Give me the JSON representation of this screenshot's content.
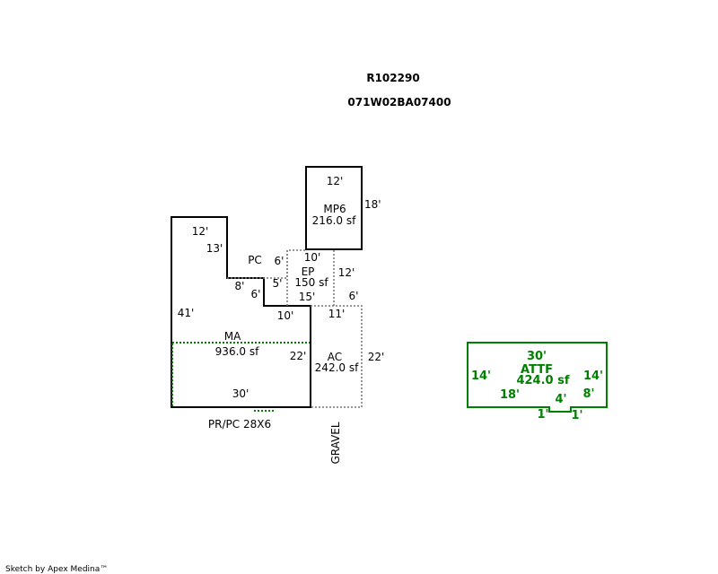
{
  "header": {
    "account_id": "R102290",
    "map_number": "071W02BA07400"
  },
  "footer": {
    "credit": "Sketch by Apex Medina™"
  },
  "areas": {
    "mp6": {
      "label": "MP6",
      "area": "216.0 sf",
      "top": "12'",
      "right": "18'",
      "bottom": "10'"
    },
    "pc": {
      "label": "PC",
      "left": "6'"
    },
    "ep": {
      "label": "EP",
      "area": "150 sf",
      "left": "5'",
      "right": "12'",
      "bottom": "15'"
    },
    "ma": {
      "label": "MA",
      "area": "936.0 sf",
      "top": "12'",
      "step1": "13'",
      "step2": "8'",
      "step3": "6'",
      "step4": "10'",
      "left": "41'",
      "right": "22'",
      "bottom": "30'"
    },
    "ac": {
      "label": "AC",
      "area": "242.0 sf",
      "top": "11'",
      "top_right": "6'",
      "right": "22'"
    },
    "pr": {
      "label": "PR/PC 28X6"
    },
    "gravel": {
      "label": "GRAVEL"
    },
    "attf": {
      "label": "ATTF",
      "area": "424.0 sf",
      "top": "30'",
      "left": "14'",
      "right": "14'",
      "bottom_left": "18'",
      "notch": "4'",
      "bottom_right": "8'",
      "notch_left": "1'",
      "notch_right": "1'"
    }
  }
}
